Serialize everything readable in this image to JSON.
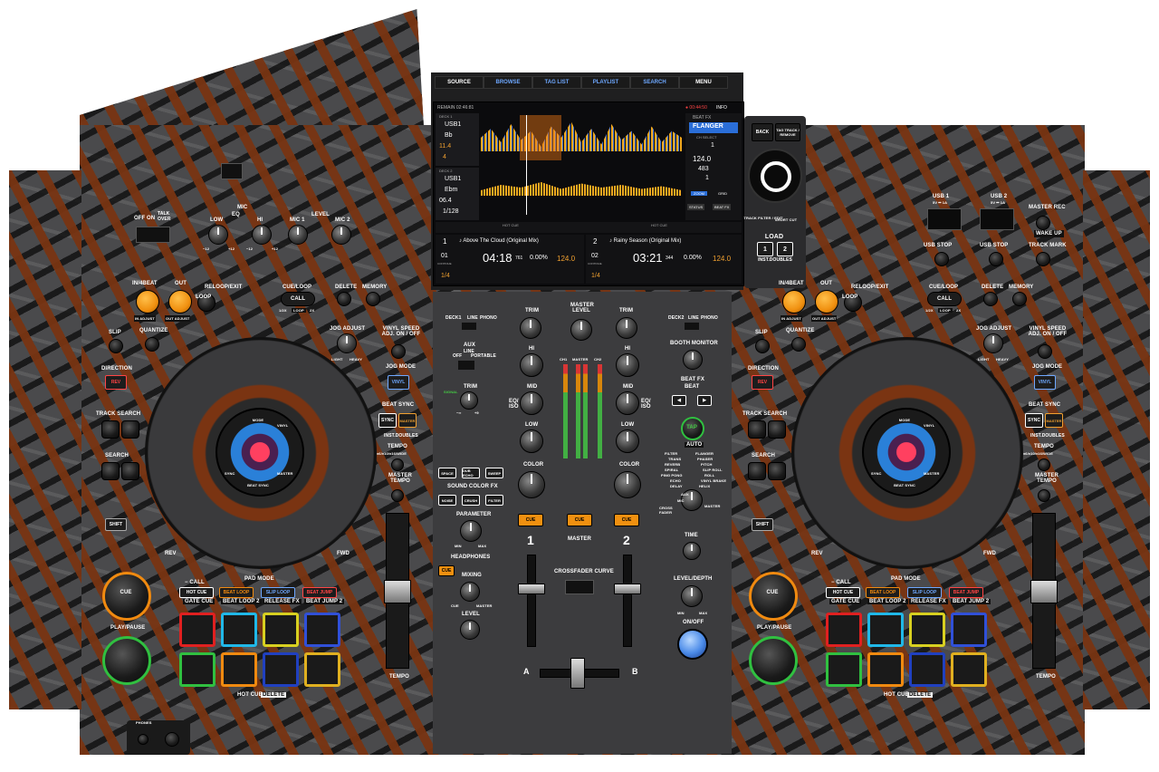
{
  "screen": {
    "tabs": [
      "SOURCE",
      "BROWSE",
      "TAG LIST",
      "PLAYLIST",
      "SEARCH",
      "MENU"
    ],
    "remain": "REMAIN  02:46:81",
    "time_right": "● 00:44:50",
    "info": "INFO",
    "deck1": {
      "label": "DECK 1",
      "source": "USB1",
      "key": "Bb",
      "bpm_offset": "11.4",
      "loop": "4"
    },
    "deck2": {
      "label": "DECK 2",
      "source": "USB1",
      "key": "Ebm",
      "bpm_offset": "06.4",
      "loop": "1/128"
    },
    "beat_fx_title": "BEAT FX",
    "fx_name": "FLANGER",
    "fx_sub": "CH SELECT",
    "fx_val": "1",
    "fx_bpm": "124.0",
    "fx_ms": "483",
    "fx_beat": "1",
    "zoom": "ZOOM",
    "grid": "GRID",
    "status": "STATUS",
    "beatfx": "BEAT FX",
    "hot_cue": "HOT CUE",
    "track1": {
      "deck": "1",
      "title": "♪ Above The Cloud (Original Mix)",
      "track_no": "01",
      "time": "04:18",
      "ms": "761",
      "tempo": "0.00%",
      "bpm": "124.0",
      "quant": "1/4",
      "continue": "CONTINUE"
    },
    "track2": {
      "deck": "2",
      "title": "♪ Rainy Season (Original Mix)",
      "track_no": "02",
      "time": "03:21",
      "ms": "344",
      "tempo": "0.00%",
      "bpm": "124.0",
      "quant": "1/4",
      "continue": "CONTINUE"
    }
  },
  "right_screen_buttons": {
    "back": "BACK",
    "tag_track": "TAG TRACK / REMOVE",
    "track_filter": "TRACK FILTER / EDIT",
    "shortcut": "SHORT CUT",
    "load": "LOAD",
    "load1": "1",
    "load2": "2",
    "inst_doubles": "INST.DOUBLES"
  },
  "mic": {
    "title": "MIC",
    "off": "OFF",
    "on": "ON",
    "talk_over": "TALK OVER",
    "eq": "EQ",
    "level": "LEVEL",
    "low": "LOW",
    "hi": "HI",
    "mic1": "MIC 1",
    "mic2": "MIC 2",
    "minus12": "−12",
    "plus12": "+12"
  },
  "usb": {
    "usb1": "USB 1",
    "usb2": "USB 2",
    "usb1_rate": "5V ⎓ 1A",
    "usb2_rate": "5V ⎓ 1A",
    "usb_stop": "USB STOP",
    "master_rec": "MASTER REC",
    "wake_up": "WAKE UP",
    "track_mark": "TRACK MARK"
  },
  "deck_controls": {
    "in4beat": "IN/4BEAT",
    "out": "OUT",
    "reloop": "RELOOP/EXIT",
    "loop": "LOOP",
    "in_adjust": "IN ADJUST",
    "out_adjust": "OUT ADJUST",
    "cue_loop": "CUE/LOOP",
    "call": "CALL",
    "delete": "DELETE",
    "memory": "MEMORY",
    "half": "1/2X",
    "loop_lbl": "LOOP",
    "double": "2X",
    "slip": "SLIP",
    "quantize": "QUANTIZE",
    "jog_adjust": "JOG ADJUST",
    "light": "LIGHT",
    "heavy": "HEAVY",
    "vinyl_speed": "VINYL SPEED ADJ. ON / OFF",
    "direction": "DIRECTION",
    "rev": "REV",
    "jog_mode": "JOG MODE",
    "vinyl": "VINYL",
    "track_search": "TRACK SEARCH",
    "beat_sync": "BEAT SYNC",
    "sync": "SYNC",
    "master": "MASTER",
    "inst_doubles": "INST.DOUBLES",
    "search": "SEARCH",
    "tempo": "TEMPO",
    "tempo_range": "±6/±10/±16/WIDE",
    "master_tempo": "MASTER TEMPO",
    "shift": "SHIFT",
    "rev_lbl": "REV",
    "fwd": "FWD",
    "mode": "MODE",
    "jog_vinyl": "VINYL",
    "jog_sync": "SYNC",
    "jog_beatsync": "BEAT SYNC",
    "jog_master": "MASTER",
    "cue": "CUE",
    "play": "PLAY/PAUSE",
    "tempo_lbl": "TEMPO",
    "pad_mode": "PAD MODE",
    "call2": "− CALL",
    "hot_cue": "HOT CUE",
    "beat_loop": "BEAT LOOP",
    "slip_loop": "SLIP LOOP",
    "beat_jump": "BEAT JUMP",
    "gate_cue": "GATE CUE",
    "beat_loop2": "BEAT LOOP 2",
    "release_fx": "RELEASE FX",
    "beat_jump2": "BEAT JUMP 2",
    "hot_cue_delete": "HOT CUE",
    "delete_lbl": "DELETE",
    "phones": "PHONES"
  },
  "mixer": {
    "deck1": "DECK1",
    "line": "LINE",
    "phono": "PHONO",
    "aux": "AUX",
    "line2": "LINE",
    "portable": "PORTABLE",
    "off": "OFF",
    "trim": "TRIM",
    "trim_min": "−∞",
    "trim_max": "+9",
    "signal": "SIGNAL",
    "master_level": "MASTER LEVEL",
    "hi": "HI",
    "mid": "MID",
    "low": "LOW",
    "eq_iso": "EQ/ ISO",
    "color": "COLOR",
    "ch1": "CH1",
    "master": "MASTER",
    "ch2": "CH2",
    "space": "SPACE",
    "dub_echo": "DUB ECHO",
    "sweep": "SWEEP",
    "noise": "NOISE",
    "crush": "CRUSH",
    "filter": "FILTER",
    "sound_color_fx": "SOUND COLOR FX",
    "parameter": "PARAMETER",
    "min": "MIN",
    "max": "MAX",
    "headphones": "HEADPHONES",
    "cue_btn": "CUE",
    "mixing": "MIXING",
    "cue2": "CUE",
    "master2": "MASTER",
    "level": "LEVEL",
    "ch_num1": "1",
    "ch_num2": "2",
    "master_lbl": "MASTER",
    "crossfader_curve": "CROSSFADER CURVE",
    "xa": "A",
    "xb": "B",
    "deck2": "DECK2",
    "booth_monitor": "BOOTH MONITOR",
    "beat_fx": "BEAT FX",
    "beat": "BEAT",
    "tap": "TAP",
    "auto": "AUTO",
    "fx_list": [
      "FILTER",
      "FLANGER",
      "TRANS",
      "PHASER",
      "REVERB",
      "PITCH",
      "SPIRAL",
      "SLIP ROLL",
      "PING PONG",
      "ROLL",
      "ECHO",
      "VINYL BRAKE",
      "DELAY",
      "HELIX"
    ],
    "cross_fader": "CROSS FADER",
    "mic_lbl": "MIC",
    "aux_lbl": "AUX",
    "master3": "MASTER",
    "time": "TIME",
    "level_depth": "LEVEL/DEPTH",
    "on_off": "ON/OFF"
  },
  "colors": {
    "orange_accent": "#f09010",
    "brown": "#7a3412",
    "red": "#d01818",
    "blue_sync": "#3478f6",
    "pad_red": "#e02020",
    "pad_cyan": "#20b8e8",
    "pad_yellow": "#d8d020",
    "pad_blue": "#3050d8",
    "pad_green": "#30c040",
    "pad_orange": "#f08a10",
    "pad_navy": "#2040c0",
    "pad_gold": "#e0b020"
  }
}
